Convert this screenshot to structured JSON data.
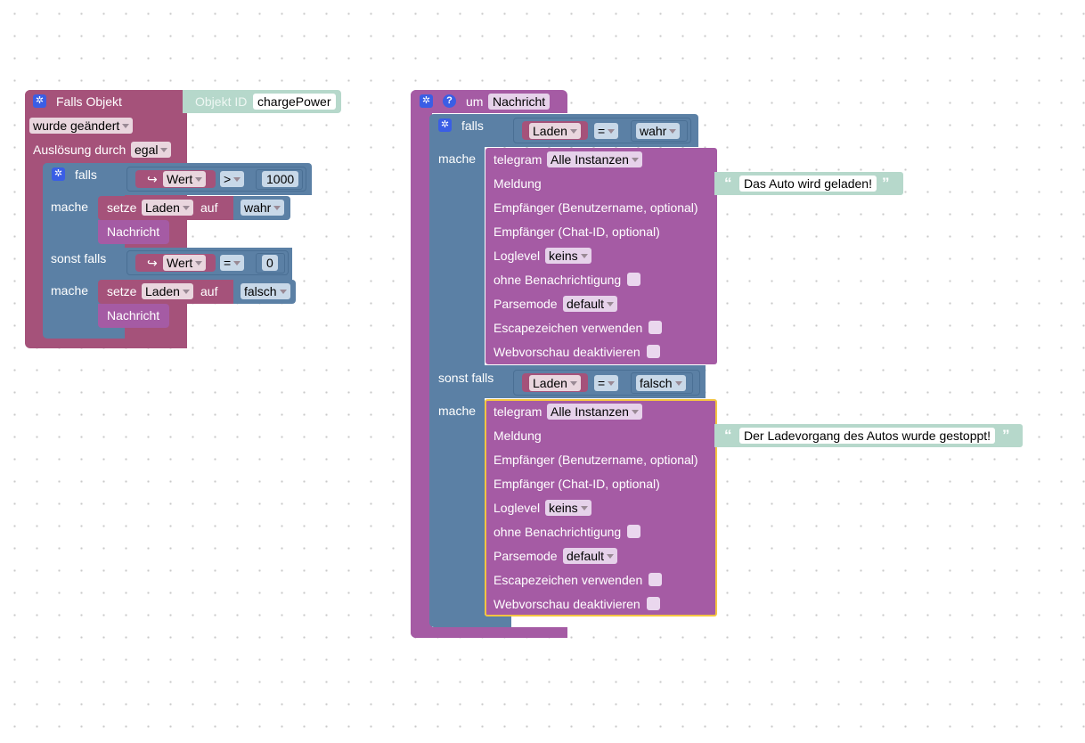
{
  "left_block": {
    "title": "Falls Objekt",
    "object_id_label": "Objekt ID",
    "object_id_value": "chargePower",
    "changed_option": "wurde geändert",
    "trigger_label": "Auslösung durch",
    "trigger_value": "egal",
    "if1": {
      "falls": "falls",
      "var": "Wert",
      "op": ">",
      "value": "1000",
      "mache": "mache",
      "setze": "setze",
      "setvar": "Laden",
      "auf": "auf",
      "setval": "wahr",
      "call": "Nachricht"
    },
    "elif1": {
      "label": "sonst falls",
      "var": "Wert",
      "op": "=",
      "value": "0",
      "mache": "mache",
      "setze": "setze",
      "setvar": "Laden",
      "auf": "auf",
      "setval": "falsch",
      "call": "Nachricht"
    }
  },
  "right_block": {
    "um": "um",
    "func_name": "Nachricht",
    "falls": "falls",
    "cond1": {
      "var": "Laden",
      "op": "=",
      "val": "wahr"
    },
    "mache": "mache",
    "sonst_falls": "sonst falls",
    "cond2": {
      "var": "Laden",
      "op": "=",
      "val": "falsch"
    },
    "mache2": "mache",
    "telegram1": {
      "label": "telegram",
      "instance": "Alle Instanzen",
      "meldung": "Meldung",
      "message": "Das Auto wird geladen!",
      "recipient_user": "Empfänger (Benutzername, optional)",
      "recipient_chat": "Empfänger (Chat-ID, optional)",
      "loglevel": "Loglevel",
      "loglevel_value": "keins",
      "silent": "ohne Benachrichtigung",
      "parsemode": "Parsemode",
      "parsemode_value": "default",
      "escape": "Escapezeichen verwenden",
      "webpreview": "Webvorschau deaktivieren"
    },
    "telegram2": {
      "label": "telegram",
      "instance": "Alle Instanzen",
      "meldung": "Meldung",
      "message": "Der Ladevorgang des Autos wurde gestoppt!",
      "recipient_user": "Empfänger (Benutzername, optional)",
      "recipient_chat": "Empfänger (Chat-ID, optional)",
      "loglevel": "Loglevel",
      "loglevel_value": "keins",
      "silent": "ohne Benachrichtigung",
      "parsemode": "Parsemode",
      "parsemode_value": "default",
      "escape": "Escapezeichen verwenden",
      "webpreview": "Webvorschau deaktivieren"
    }
  },
  "colors": {
    "event_block": "#a5527a",
    "logic_block": "#5b80a5",
    "function_block": "#a55ba4",
    "text_block": "#b6d8cb",
    "selected_outline": "#f4c542",
    "settings_icon": "#3a5ee5"
  },
  "icons": [
    "gear-icon",
    "help-icon",
    "quote-open-icon",
    "quote-close-icon",
    "dropdown-arrow-icon",
    "variable-arrow-icon"
  ]
}
